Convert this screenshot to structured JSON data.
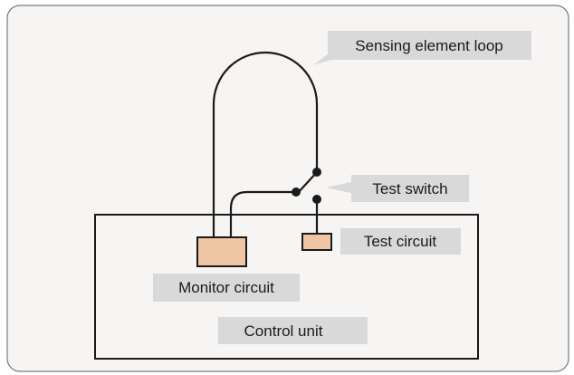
{
  "diagram": {
    "callouts": {
      "sensing_loop": "Sensing element loop",
      "test_switch": "Test switch",
      "test_circuit": "Test circuit",
      "monitor_circuit": "Monitor circuit",
      "control_unit": "Control unit"
    },
    "colors": {
      "panel_background": "#f7f5f3",
      "panel_border": "#7a7a7a",
      "label_box": "#d9d9d9",
      "component_fill": "#efc6a3",
      "line": "#1a1a1a"
    }
  }
}
